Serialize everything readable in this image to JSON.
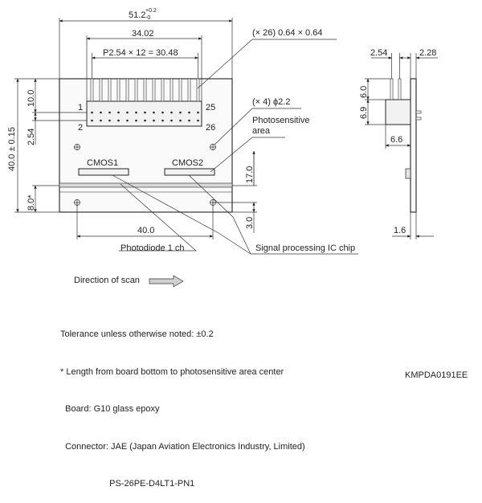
{
  "dims": {
    "overall_width": "51.2",
    "overall_width_tol_upper": "+0.2",
    "overall_width_tol_lower": "-0",
    "connector_width": "34.02",
    "pin_pitch": "P2.54 × 12 = 30.48",
    "pin_size": "(× 26) 0.64 × 0.64",
    "holes": "(× 4) ϕ2.2",
    "photosensitive_area_line1": "Photosensitive",
    "photosensitive_area_line2": "area",
    "top_to_pins": "10.0",
    "pin_row_gap": "2.54",
    "board_height": "40.0 ± 0.15",
    "sensor_height": "8.0*",
    "area_to_holes": "17.0",
    "holes_to_bottom": "3.0",
    "hole_spacing": "40.0",
    "side_pin_offset": "2.54",
    "side_pin_length": "2.28",
    "side_connector_top": "6.0",
    "side_connector_height": "6.9",
    "side_connector_depth": "6.6",
    "board_thickness": "1.6"
  },
  "labels": {
    "pin1": "1",
    "pin2": "2",
    "pin25": "25",
    "pin26": "26",
    "cmos1": "CMOS1",
    "cmos2": "CMOS2",
    "photodiode": "Photodiode 1 ch",
    "signal_ic": "Signal processing IC chip",
    "scan_direction": "Direction of scan"
  },
  "notes": [
    "Tolerance unless otherwise noted: ±0.2",
    "* Length from board bottom to photosensitive area center",
    "  Board: G10 glass epoxy",
    "  Connector: JAE (Japan Aviation Electronics Industry, Limited)",
    "                    PS-26PE-D4LT1-PN1"
  ],
  "doc_id": "KMPDA0191EE"
}
